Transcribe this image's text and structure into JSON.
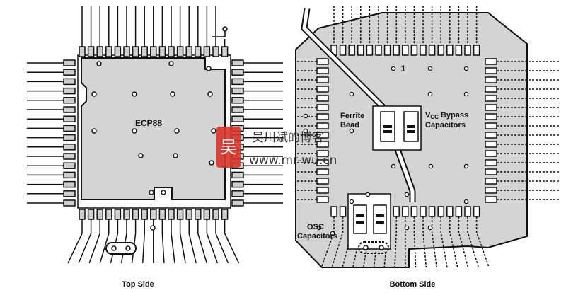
{
  "diagram": {
    "top_view": {
      "chip_label": "ECP88",
      "caption": "Top Side"
    },
    "bottom_view": {
      "pin1_marker": "1",
      "ferrite_label_line1": "Ferrite",
      "ferrite_label_line2": "Bead",
      "vcc_symbol_main": "V",
      "vcc_symbol_sub": "CC",
      "vcc_label_rest": "Bypass",
      "vcc_label_line2": "Capacitors",
      "osc_label_line1": "OSC",
      "osc_label_line2": "Capacitors",
      "caption": "Bottom Side"
    },
    "watermark": {
      "logo_glyph": "吴",
      "title": "吴川斌的博客",
      "url": "www.mr-wu.cn"
    },
    "colors": {
      "line": "#111111",
      "pad_fill": "#cfcfcf",
      "body_fill": "#d4d4d4",
      "watermark_red": "#d9342b"
    }
  }
}
